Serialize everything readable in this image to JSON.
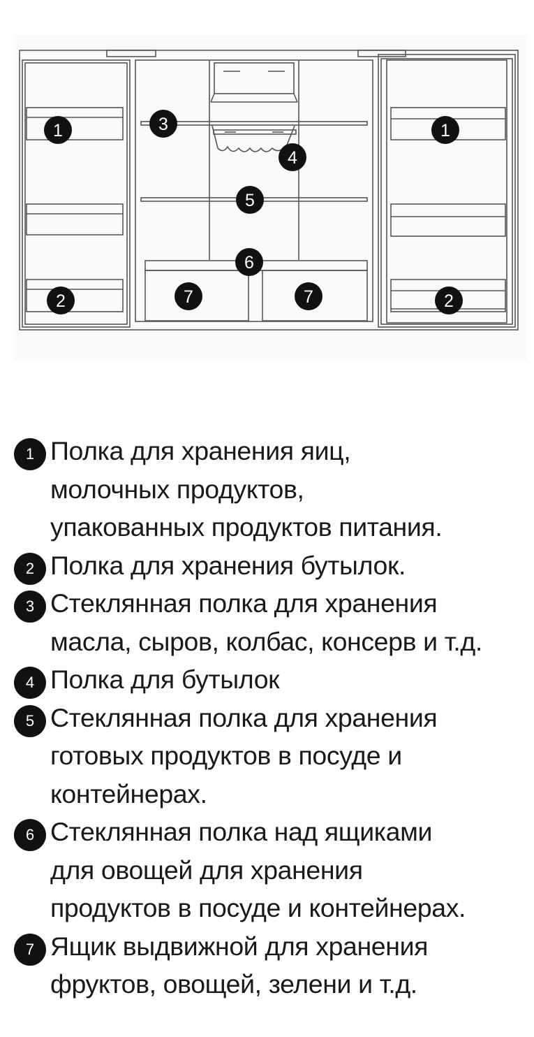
{
  "diagram": {
    "callouts": [
      "1",
      "1",
      "2",
      "2",
      "3",
      "4",
      "5",
      "6",
      "7",
      "7"
    ]
  },
  "legend": [
    {
      "number": "1",
      "lines": [
        "Полка для хранения яиц,",
        "молочных продуктов,",
        "упакованных продуктов питания."
      ]
    },
    {
      "number": "2",
      "lines": [
        "Полка для хранения бутылок."
      ]
    },
    {
      "number": "3",
      "lines": [
        "Стеклянная полка для хранения",
        "масла, сыров, колбас, консерв и т.д."
      ]
    },
    {
      "number": "4",
      "lines": [
        "Полка для бутылок"
      ]
    },
    {
      "number": "5",
      "lines": [
        "Стеклянная полка для хранения",
        "готовых продуктов в посуде и",
        "контейнерах."
      ]
    },
    {
      "number": "6",
      "lines": [
        "Стеклянная полка над ящиками",
        "для овощей для хранения",
        "продуктов в посуде и контейнерах."
      ]
    },
    {
      "number": "7",
      "lines": [
        "Ящик выдвижной для хранения",
        "фруктов, овощей, зелени и т.д."
      ]
    }
  ]
}
